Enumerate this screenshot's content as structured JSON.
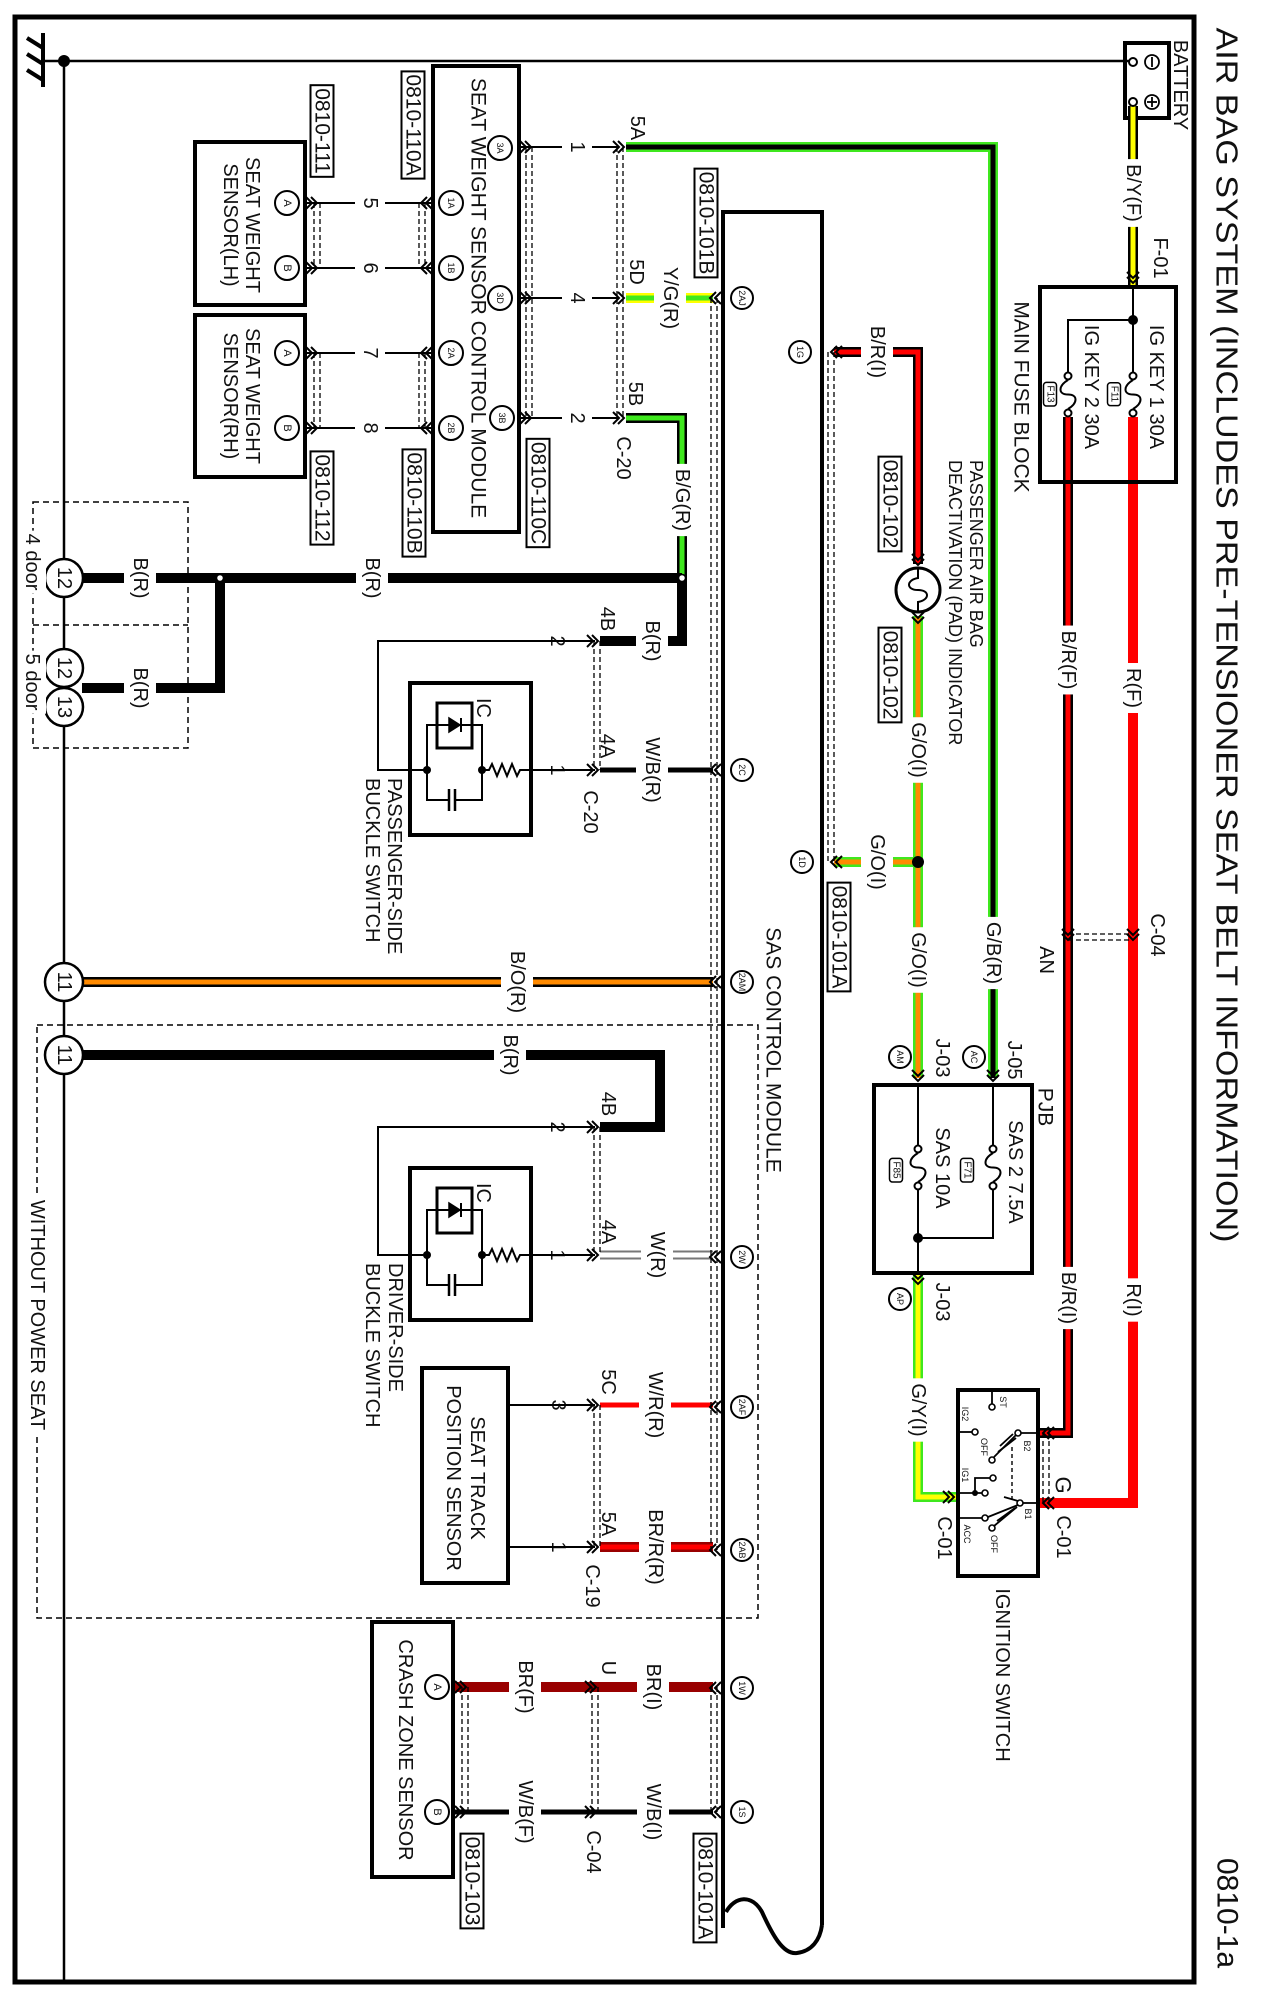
{
  "title": "AIR BAG SYSTEM (INCLUDES PRE-TENSIONER SEAT BELT INFORMATION)",
  "page_code": "0810-1a",
  "wire_colors": {
    "B": "#000000",
    "Y": "#ffff00",
    "R": "#ff0000",
    "G": "#3fe81e",
    "O": "#ff8a00",
    "W": "#ffffff",
    "BR": "#990000"
  },
  "components": {
    "battery": {
      "label": "BATTERY"
    },
    "main_fuse_block": {
      "label": "MAIN FUSE BLOCK"
    },
    "pjb": {
      "label": "PJB"
    },
    "ignition_switch": {
      "label": "IGNITION SWITCH"
    },
    "pad_indicator": {
      "line1": "PASSENGER AIR BAG",
      "line2": "DEACTIVATION (PAD) INDICATOR"
    },
    "sas_control_module": {
      "label": "SAS CONTROL MODULE"
    },
    "seat_weight_sensor_control_module": {
      "label": "SEAT WEIGHT SENSOR CONTROL MODULE"
    },
    "seat_weight_sensor_lh": {
      "line1": "SEAT WEIGHT",
      "line2": "SENSOR(LH)"
    },
    "seat_weight_sensor_rh": {
      "line1": "SEAT WEIGHT",
      "line2": "SENSOR(RH)"
    },
    "passenger_buckle_switch": {
      "line1": "PASSENGER-SIDE",
      "line2": "BUCKLE SWITCH",
      "ic": "IC"
    },
    "driver_buckle_switch": {
      "line1": "DRIVER-SIDE",
      "line2": "BUCKLE SWITCH",
      "ic": "IC"
    },
    "seat_track_position_sensor": {
      "line1": "SEAT TRACK",
      "line2": "POSITION SENSOR"
    },
    "crash_zone_sensor": {
      "label": "CRASH ZONE SENSOR"
    }
  },
  "fuses": {
    "ig_key_1": {
      "label": "IG KEY 1 30A",
      "id": "F11"
    },
    "ig_key_2": {
      "label": "IG KEY 2 30A",
      "id": "F13"
    },
    "sas_2": {
      "label": "SAS 2 7.5A",
      "id": "F71"
    },
    "sas": {
      "label": "SAS 10A",
      "id": "F85"
    }
  },
  "ignition_terminals": {
    "st": "ST",
    "ig2": "IG2",
    "off_upper": "OFF",
    "b2": "B2",
    "ig1": "IG1",
    "b1": "B1",
    "acc": "ACC",
    "off_lower": "OFF"
  },
  "wires": {
    "by_f": "B/Y(F)",
    "r_f": "R(F)",
    "r_i": "R(I)",
    "br_f": "B/R(F)",
    "br_i_ign": "B/R(I)",
    "gb_r": "G/B(R)",
    "go_i_pad": "G/O(I)",
    "go_i_pjb": "G/O(I)",
    "go_i_sas": "G/O(I)",
    "gy_i": "G/Y(I)",
    "br_i_pad": "B/R(I)",
    "yg_r": "Y/G(R)",
    "bg_r": "B/G(R)",
    "b_r_trunk": "B(R)",
    "b_r_gnd12": "B(R)",
    "b_r_gnd13": "B(R)",
    "b_r_pass": "B(R)",
    "wb_r_pass": "W/B(R)",
    "bo_r": "B/O(R)",
    "b_r_drv": "B(R)",
    "w_r": "W(R)",
    "wr_r": "W/R(R)",
    "brr_r": "BR/R(R)",
    "br_f_crash": "BR(F)",
    "br_i_crash": "BR(I)",
    "wb_f_crash": "W/B(F)",
    "wb_i_crash": "W/B(I)"
  },
  "connector_codes": {
    "f01": "F-01",
    "c04_main": "C-04",
    "an": "AN",
    "g": "G",
    "c01_ign_b": "C-01",
    "c01_ign_acc": "C-01",
    "j05": "J-05",
    "j03_pjb_in": "J-03",
    "j03_pjb_out": "J-03",
    "c20_upper": "C-20",
    "c20_pass": "C-20",
    "c19": "C-19",
    "c04_crash": "C-04",
    "u": "U",
    "p5a": "5A",
    "p5d": "5D",
    "p5b": "5B",
    "pass_4b": "4B",
    "pass_4a": "4A",
    "drv_4b": "4B",
    "drv_4a": "4A",
    "st_5c": "5C",
    "st_5a": "5A"
  },
  "terminals": {
    "t1g": "1G",
    "t1d": "1D",
    "t2aj": "2AJ",
    "t2c": "2C",
    "t2am": "2AM",
    "t2w": "2W",
    "t2af": "2AF",
    "t2ab": "2AB",
    "t1w": "1W",
    "t1s": "1S",
    "ac": "AC",
    "am": "AM",
    "ap": "AP",
    "s3a": "3A",
    "s3d": "3D",
    "s3b": "3B",
    "s1a": "1A",
    "s1b": "1B",
    "s2a": "2A",
    "s2b": "2B",
    "lh_a": "A",
    "lh_b": "B",
    "rh_a": "A",
    "rh_b": "B",
    "cz_a": "A",
    "cz_b": "B"
  },
  "pins": {
    "swscm_1": "1",
    "swscm_4": "4",
    "swscm_2": "2",
    "lh_5": "5",
    "lh_6": "6",
    "rh_7": "7",
    "rh_8": "8",
    "pass_2": "2",
    "pass_1": "1",
    "drv_2": "2",
    "drv_1": "1",
    "st_3": "3",
    "st_1": "1"
  },
  "grounds": {
    "g12_4door": "12",
    "g12_5door": "12",
    "g13_5door": "13",
    "g11_sas": "11",
    "g11_drv": "11"
  },
  "refs": {
    "r101b": "0810-101B",
    "r102_in": "0810-102",
    "r102_out": "0810-102",
    "r101a_upper": "0810-101A",
    "r110a": "0810-110A",
    "r110b": "0810-110B",
    "r110c": "0810-110C",
    "r111": "0810-111",
    "r112": "0810-112",
    "r103": "0810-103",
    "r101a_lower": "0810-101A"
  },
  "regions": {
    "door4": "4 door",
    "door5": "5 door",
    "without_power_seat": "WITHOUT POWER SEAT"
  }
}
